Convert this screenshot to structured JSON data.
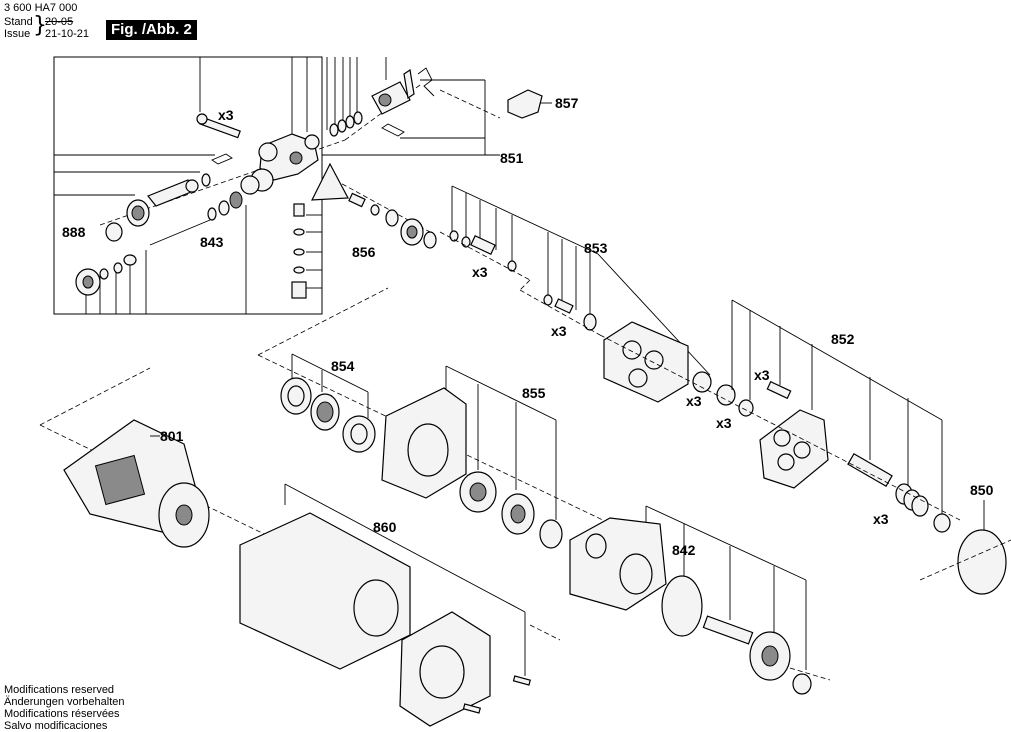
{
  "header": {
    "doc_number": "3 600 HA7 000",
    "stand_label": "Stand",
    "issue_label": "Issue",
    "stand_value": "20-05",
    "issue_value": "21-10-21",
    "figure_title": "Fig. /Abb. 2"
  },
  "labels": {
    "p857": "857",
    "p851": "851",
    "p888": "888",
    "p843": "843",
    "p856": "856",
    "p853": "853",
    "p854": "854",
    "p855": "855",
    "p852": "852",
    "p801": "801",
    "p850": "850",
    "p860": "860",
    "p842": "842"
  },
  "multipliers": {
    "screw_top": "x3",
    "valves_856": "x3",
    "valves_853": "x3",
    "seal_a": "x3",
    "seal_b": "x3",
    "screw_852": "x3",
    "spring_852": "x3"
  },
  "footer": [
    "Modifications reserved",
    "Änderungen vorbehalten",
    "Modifications réservées",
    "Salvo modificaciones"
  ],
  "colors": {
    "line": "#000000",
    "background": "#ffffff"
  }
}
